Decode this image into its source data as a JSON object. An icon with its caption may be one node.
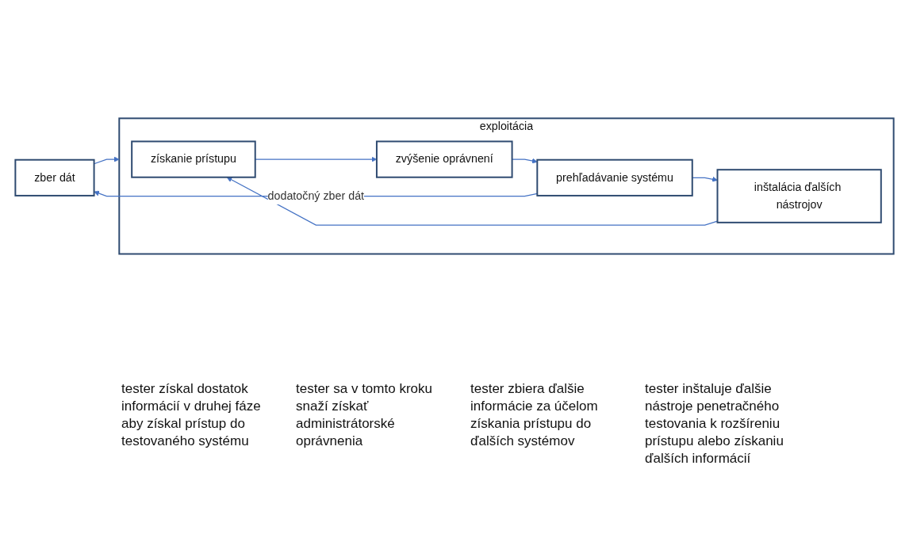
{
  "diagram": {
    "nodes": [
      {
        "text": [
          "zber dát"
        ]
      },
      {
        "text": [
          "exploitácia"
        ]
      },
      {
        "text": [
          "získanie prístupu"
        ],
        "in": 1
      },
      {
        "text": [
          "zvýšenie oprávnení"
        ],
        "in": 1
      },
      {
        "text": [
          "prehľadávanie systému"
        ],
        "in": 1
      },
      {
        "text": [
          "inštalácia ďalších nástrojov"
        ],
        "in": 1
      }
    ],
    "edges": [
      {
        "from": 0,
        "to": 1,
        "arrow": "to"
      },
      {
        "from": 2,
        "to": 3,
        "arrow": "to"
      },
      {
        "from": 3,
        "to": 4,
        "arrow": "to"
      },
      {
        "from": 4,
        "to": 5,
        "arrow": "to"
      },
      {
        "from": 4,
        "to": 0,
        "arrow": "to",
        "label": "dodatočný zber dát"
      },
      {
        "from": 5,
        "to": 2,
        "arrow": "to"
      }
    ],
    "labels": [
      "tester získal dostatok informácií v druhej fáze aby získal prístup do testovaného systému",
      "tester sa v tomto kroku snaží získať administrátorské oprávnenia",
      "tester zbiera ďalšie informácie za účelom získania prístupu do ďalších systémov",
      "tester inštaluje ďalšie nástroje penetračného testovania k rozšíreniu prístupu alebo získaniu ďalších informácií"
    ]
  }
}
